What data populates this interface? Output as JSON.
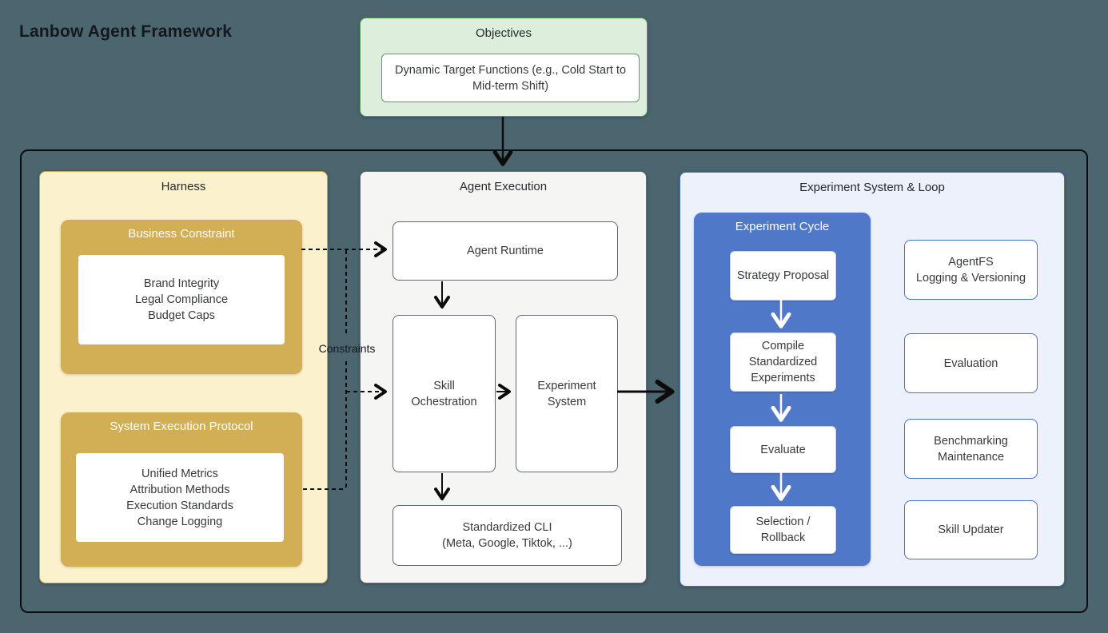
{
  "title": "Lanbow Agent Framework",
  "colors": {
    "background": "#4c6670",
    "objectives_fill": "#ddefdc",
    "objectives_border": "#55a05e",
    "harness_fill": "#fcf1cd",
    "harness_gold": "#d2ae55",
    "execution_fill": "#f5f5f4",
    "loop_fill": "#ecf1fb",
    "loop_border": "#4a72c4",
    "cycle_blue": "#5078c8",
    "outer_frame": "#0c0c0c"
  },
  "objectives": {
    "title": "Objectives",
    "item": "Dynamic Target Functions  (e.g.,  Cold Start to Mid-term Shift)"
  },
  "harness": {
    "title": "Harness",
    "groups": [
      {
        "title": "Business Constraint",
        "items": [
          "Brand Integrity",
          "Legal Compliance",
          "Budget Caps"
        ]
      },
      {
        "title": "System Execution Protocol",
        "items": [
          "Unified Metrics",
          "Attribution Methods",
          "Execution Standards",
          "Change Logging"
        ]
      }
    ]
  },
  "constraints_label": "Constraints",
  "agent_execution": {
    "title": "Agent Execution",
    "boxes": {
      "runtime": "Agent Runtime",
      "skill": [
        "Skill",
        "Ochestration"
      ],
      "experiment_system": [
        "Experiment",
        "System"
      ],
      "cli": [
        "Standardized CLI",
        "(Meta, Google, Tiktok, ...)"
      ]
    }
  },
  "experiment_loop": {
    "title": "Experiment System & Loop",
    "cycle": {
      "title": "Experiment Cycle",
      "steps": [
        "Strategy Proposal",
        [
          "Compile",
          "Standardized",
          "Experiments"
        ],
        "Evaluate",
        [
          "Selection /",
          "Rollback"
        ]
      ]
    },
    "modules": [
      [
        "AgentFS",
        "Logging & Versioning"
      ],
      "Evaluation",
      [
        "Benchmarking",
        "Maintenance"
      ],
      "Skill Updater"
    ]
  }
}
